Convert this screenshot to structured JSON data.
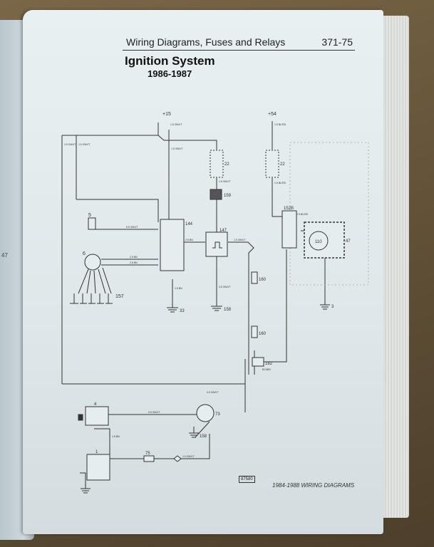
{
  "header": {
    "section": "Wiring Diagrams, Fuses and Relays",
    "page_number": "371-75"
  },
  "title": "Ignition System",
  "subtitle": "1986-1987",
  "left_page": {
    "fragment": "47"
  },
  "diagram": {
    "terminals": {
      "t15": "+15",
      "t54": "+54"
    },
    "components": {
      "c5": "5",
      "c6": "6",
      "c157": "157",
      "c144": "144",
      "c22a": "22",
      "c159": "159",
      "c147": "147",
      "c22b": "22",
      "c152b": "152B",
      "c110": "110",
      "c47": "47",
      "c160a": "160",
      "c160b": "160",
      "c182": "182",
      "c4": "4",
      "c73": "73",
      "c1": "1",
      "c75": "75"
    },
    "grounds": {
      "g33": "33",
      "g158a": "158",
      "g3": "3",
      "g158b": "158"
    },
    "code_b7489": "B7489",
    "wires": {
      "w1": "1.5 GN/VT",
      "w2": "1.5 GN/VT",
      "w3": "1.5 GN/VT",
      "w4": "1.5 GN/VT",
      "w5": "1.5 GN/VT",
      "w6": "1.5 BL/RD",
      "w7": "1.5 BL/RD",
      "w8": "0.5 BL/RD",
      "w9": "0.5 GN/VT",
      "w10": "2.5 BN",
      "w11": "2.5 BN",
      "w12": "1.5 BN",
      "w13": "2.5 BN",
      "w14": "1.5 GN/VT",
      "w15": "0.5 GN/VT",
      "w16": "0.5 GN/VT",
      "w17": "0.5 GN/VT",
      "w18": "1.0 GN/VT",
      "w19": "1.5 BN"
    }
  },
  "code_box": "87580",
  "footer": "1984-1988 WIRING DIAGRAMS"
}
